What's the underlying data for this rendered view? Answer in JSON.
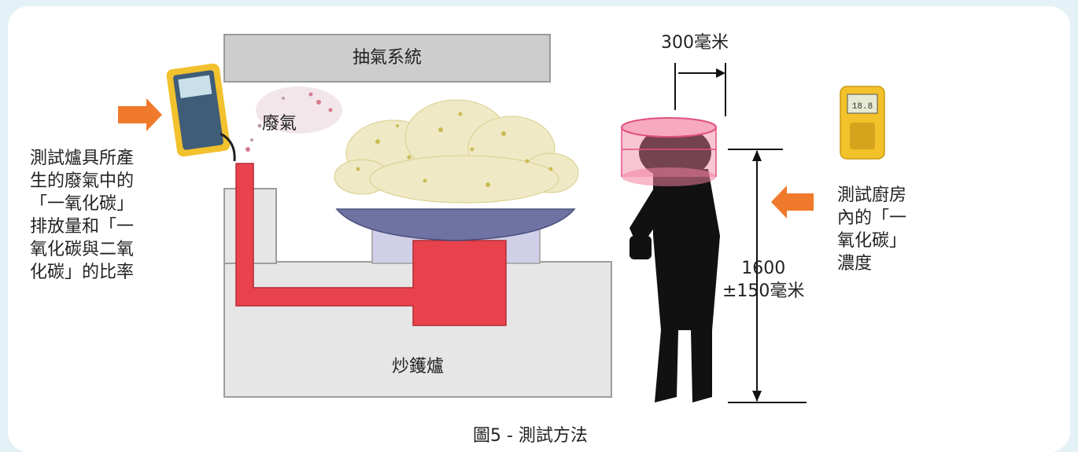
{
  "hood_label": "抽氣系統",
  "exhaust_label": "廢氣",
  "stove_label": "炒鑊爐",
  "left_description": "測試爐具所產\n生的廢氣中的\n「一氧化碳」\n排放量和「一\n氧化碳與二氧\n化碳」的比率",
  "right_description": "測試廚房\n內的「一\n氧化碳」\n濃度",
  "distance_label": "300毫米",
  "height_label": "1600\n±150毫米",
  "caption": "圖5 - 測試方法",
  "meter_display": "18.8",
  "colors": {
    "flue": "#e8434d",
    "stove": "#e6e6e6",
    "wok": "#6e73a3",
    "arrow": "#ef7a2b",
    "sensor_zone": "#f07fa0",
    "person": "#111111"
  }
}
